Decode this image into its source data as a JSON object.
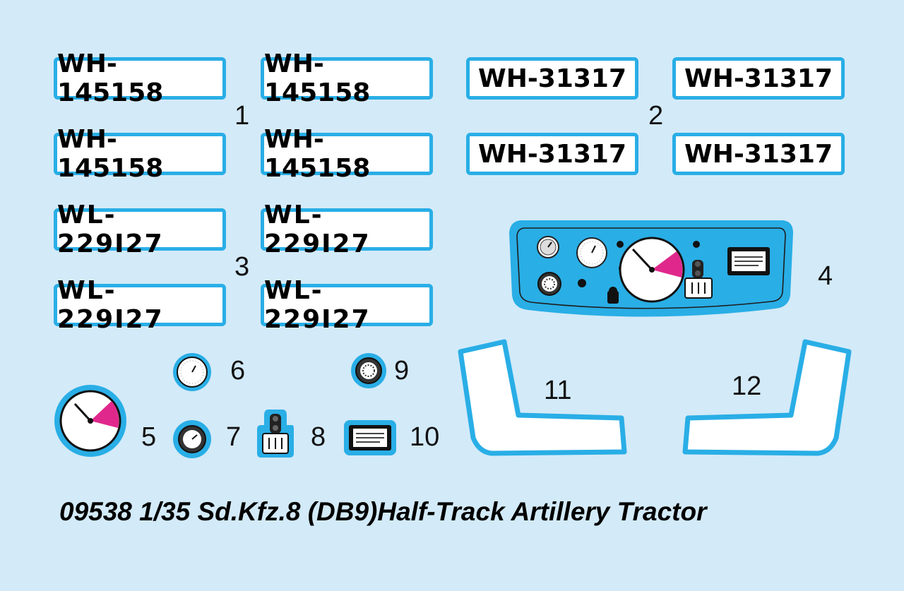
{
  "plates": {
    "set1": "WH-145158",
    "set2": "WH-31317",
    "set3": "WL-229I27"
  },
  "labels": {
    "n1": "1",
    "n2": "2",
    "n3": "3",
    "n4": "4",
    "n5": "5",
    "n6": "6",
    "n7": "7",
    "n8": "8",
    "n9": "9",
    "n10": "10",
    "n11": "11",
    "n12": "12"
  },
  "title": "09538 1/35 Sd.Kfz.8 (DB9)Half-Track Artillery Tractor",
  "colors": {
    "background": "#d3eaf8",
    "decal_border": "#29aee6",
    "gauge_accent": "#e0288c"
  }
}
